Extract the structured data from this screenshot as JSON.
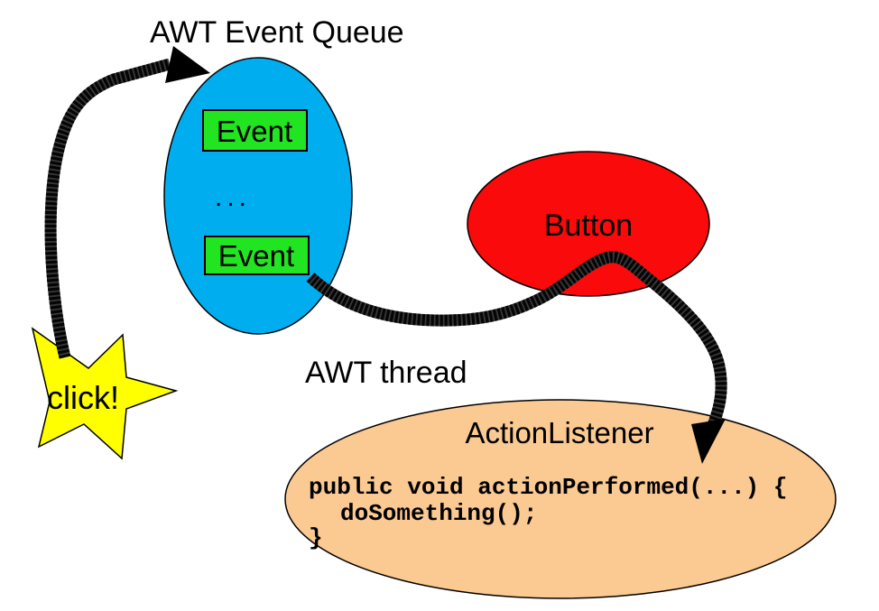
{
  "diagram_title": "AWT Event Queue",
  "colors": {
    "background": "#ffffff",
    "queue_fill": "#00AEF0",
    "event_fill": "#22E522",
    "button_fill": "#FA0A0A",
    "burst_fill": "#FFFF00",
    "listener_fill": "#FBC992",
    "outline": "#000000"
  },
  "queue": {
    "title": "AWT Event Queue",
    "event_top": "Event",
    "ellipsis": "...",
    "event_bottom": "Event"
  },
  "button": {
    "label": "Button"
  },
  "thread": {
    "label": "AWT thread"
  },
  "burst": {
    "label": "click!"
  },
  "listener": {
    "label": "ActionListener",
    "code_line1": "public void actionPerformed(...) {",
    "code_line2": "doSomething();",
    "code_line3": "}"
  }
}
